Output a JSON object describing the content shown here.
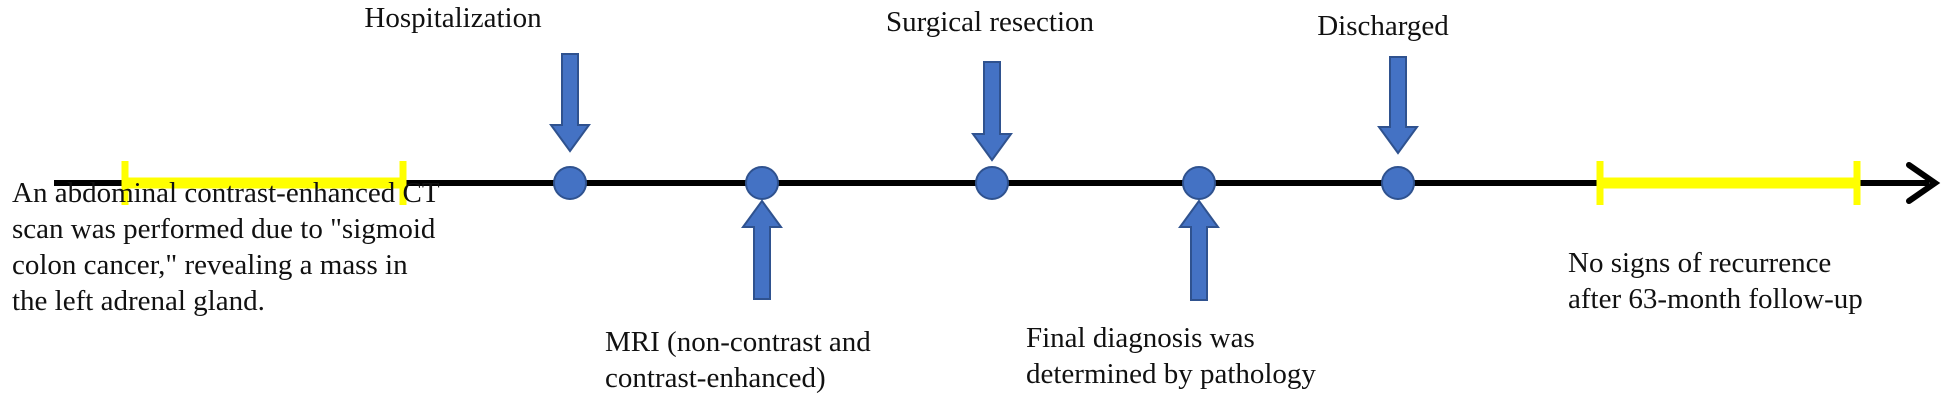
{
  "colors": {
    "axis": "#000000",
    "marker": "#4472C4",
    "marker_stroke": "#2F528F",
    "period": "#FFFF00",
    "text": "#111111"
  },
  "periods": [
    {
      "id": "initial-ct-period"
    },
    {
      "id": "follow-up-period"
    }
  ],
  "events": [
    {
      "id": "hospitalization",
      "label": "Hospitalization",
      "arrow": "down"
    },
    {
      "id": "mri",
      "lines": [
        "MRI (non-contrast and",
        "contrast-enhanced)"
      ],
      "arrow": "up"
    },
    {
      "id": "surgical-resection",
      "label": "Surgical resection",
      "arrow": "down"
    },
    {
      "id": "final-diagnosis",
      "lines": [
        "Final diagnosis was",
        "determined by pathology"
      ],
      "arrow": "up"
    },
    {
      "id": "discharged",
      "label": "Discharged",
      "arrow": "down"
    }
  ],
  "notes": {
    "ct_scan": {
      "lines": [
        "An abdominal contrast-enhanced CT",
        "scan was performed due to \"sigmoid",
        "colon cancer,\" revealing a mass in",
        "the left adrenal gland."
      ]
    },
    "follow_up": {
      "lines": [
        "No signs of recurrence",
        "after 63-month follow-up"
      ]
    }
  }
}
